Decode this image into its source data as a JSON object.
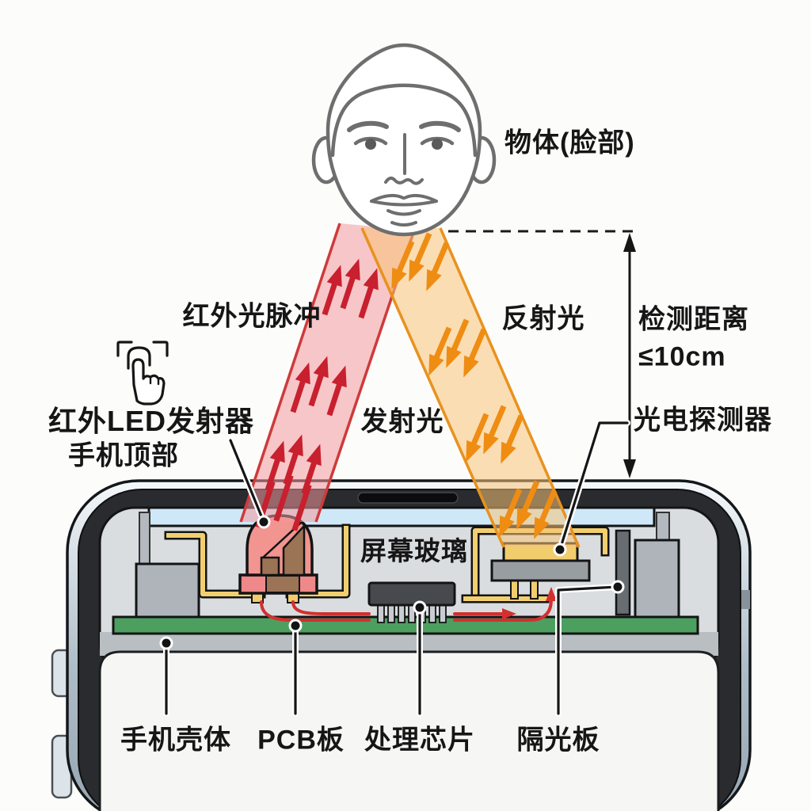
{
  "labels": {
    "object_face": "物体(脸部)",
    "ir_pulse": "红外光脉冲",
    "reflected_light": "反射光",
    "detection_distance_line1": "检测距离",
    "detection_distance_line2": "≤10cm",
    "ir_led_emitter": "红外LED发射器",
    "phone_top": "手机顶部",
    "emitted_light": "发射光",
    "photodetector": "光电探测器",
    "screen_glass": "屏幕玻璃",
    "phone_housing": "手机壳体",
    "pcb_board": "PCB板",
    "processing_chip": "处理芯片",
    "light_barrier": "隔光板"
  },
  "colors": {
    "background": "#fcfcfb",
    "text": "#161616",
    "ir_beam_fill": "rgba(242,153,158,0.55)",
    "ir_beam_edge": "#cf3a3a",
    "ir_arrow": "#c8202e",
    "reflected_beam_fill": "rgba(247,195,120,0.55)",
    "reflected_beam_edge": "#e8921e",
    "reflected_arrow": "#ef8c12",
    "led_red": "#f2948f",
    "led_chip_brown": "#9b7355",
    "detector_yellow": "#f2cd6d",
    "trace_yellow": "#f2cf6e",
    "wire_red": "#d2302f",
    "pcb_green": "#4d9f60",
    "glass_blue": "#cfe8f7",
    "cavity_gray": "#dadde0",
    "housing_gray": "#b9bec3",
    "frame_dark": "#292b2e",
    "frame_silver": "#c3cfd8"
  },
  "icons": {
    "tap_gesture": "tap-gesture-icon",
    "face": "face-illustration",
    "up_arrows": "ir-up-arrows",
    "down_arrows": "reflected-down-arrows",
    "measure": "distance-measurement-arrow"
  }
}
